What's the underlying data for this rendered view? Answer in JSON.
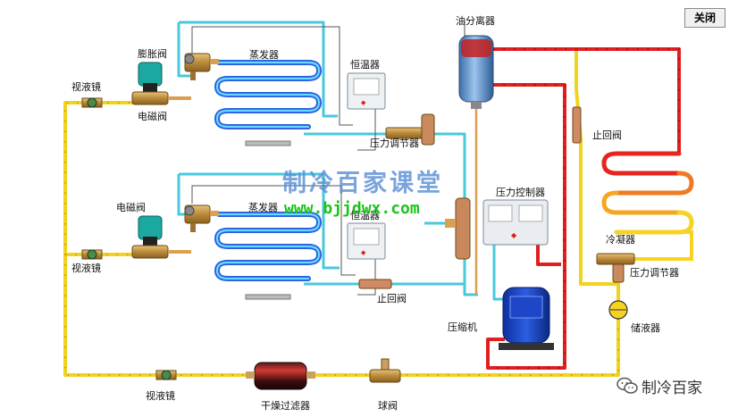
{
  "toolbar": {
    "close_label": "关闭"
  },
  "labels": {
    "sight_glass_1": "视液镜",
    "solenoid_1": "电磁阀",
    "expansion_valve": "膨胀阀",
    "evaporator_1": "蒸发器",
    "thermostat_1": "恒温器",
    "pressure_reg_1": "压力调节器",
    "oil_separator": "油分离器",
    "check_valve_1": "止回阀",
    "solenoid_2": "电磁阀",
    "sight_glass_2": "视液镜",
    "evaporator_2": "蒸发器",
    "thermostat_2": "恒温器",
    "pressure_controller": "压力控制器",
    "condenser": "冷凝器",
    "pressure_reg_2": "压力调节器",
    "check_valve_2": "止回阀",
    "compressor": "压缩机",
    "receiver": "储液器",
    "sight_glass_3": "视液镜",
    "filter_drier": "干燥过滤器",
    "ball_valve": "球阀"
  },
  "watermark": {
    "title": "制冷百家课堂",
    "url": "www.bjjdwx.com"
  },
  "brand": {
    "name": "制冷百家"
  },
  "colors": {
    "liquid_line": "#f2d21e",
    "hot_gas_line": "#e02020",
    "suction_line": "#48c8dc",
    "coil_outer": "#2a5ee0",
    "coil_inner": "#6ad8ff",
    "condenser_hot": "#e6251e",
    "condenser_mid": "#f5a623",
    "condenser_cool": "#f6d322"
  }
}
